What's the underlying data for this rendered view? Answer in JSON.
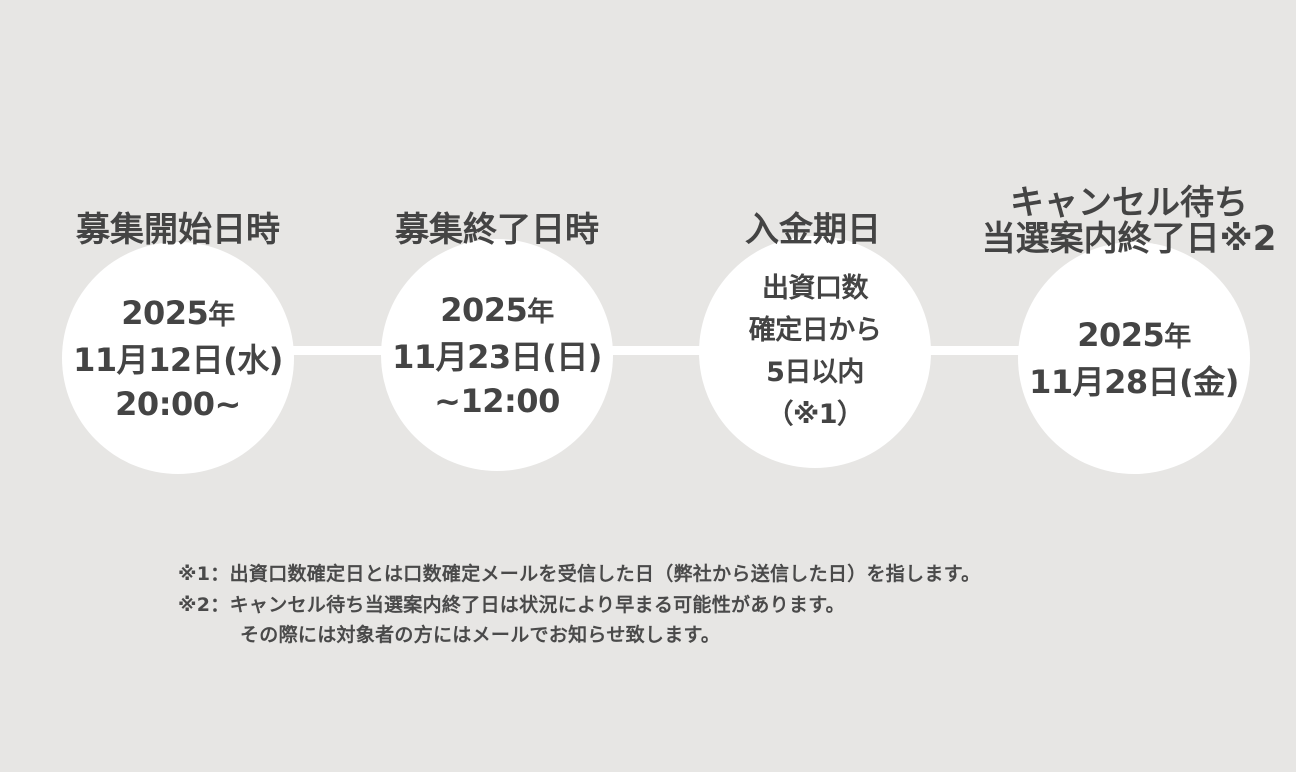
{
  "colors": {
    "background": "#e7e6e4",
    "circle": "#ffffff",
    "connector": "#ffffff",
    "text": "#444444"
  },
  "steps": [
    {
      "heading": [
        "募集開始日時"
      ],
      "lines": [
        {
          "num": "2025",
          "unit": "年"
        },
        {
          "text": "11月12日(水)"
        },
        {
          "text": "20:00~"
        }
      ]
    },
    {
      "heading": [
        "募集終了日時"
      ],
      "lines": [
        {
          "num": "2025",
          "unit": "年"
        },
        {
          "text": "11月23日(日)"
        },
        {
          "text": "~12:00"
        }
      ]
    },
    {
      "heading": [
        "入金期日"
      ],
      "lines": [
        {
          "text": "出資口数"
        },
        {
          "text": "確定日から"
        },
        {
          "text": "5日以内"
        },
        {
          "text": "（※1）"
        }
      ]
    },
    {
      "heading": [
        "キャンセル待ち",
        "当選案内終了日※2"
      ],
      "lines": [
        {
          "num": "2025",
          "unit": "年"
        },
        {
          "text": "11月28日(金)"
        }
      ]
    }
  ],
  "notes": [
    "※1：出資口数確定日とは口数確定メールを受信した日（弊社から送信した日）を指します。",
    "※2：キャンセル待ち当選案内終了日は状況により早まる可能性があります。",
    "その際には対象者の方にはメールでお知らせ致します。"
  ]
}
